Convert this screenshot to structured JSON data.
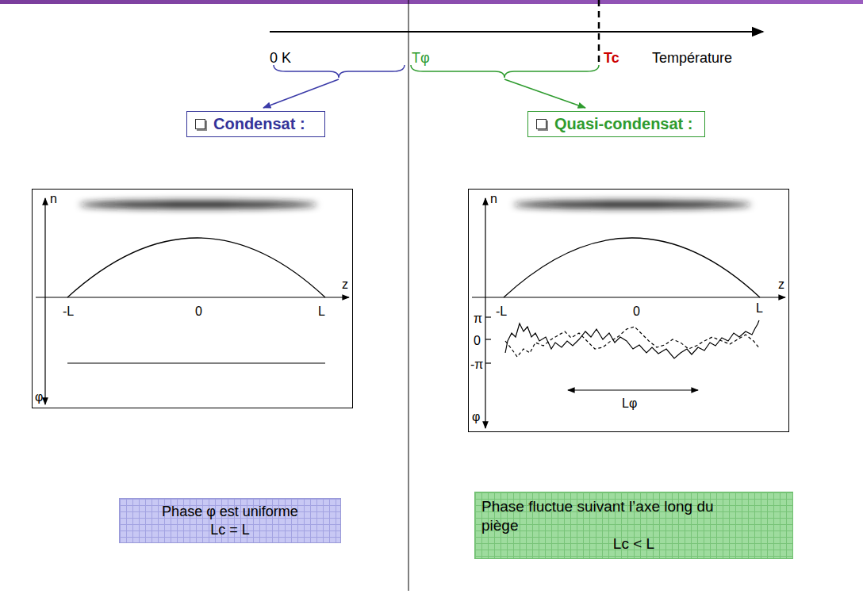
{
  "diagram": {
    "nodes": [
      {
        "text": [
          "Condensat :"
        ]
      },
      {
        "text": [
          "Quasi-condensat :"
        ]
      },
      {
        "text": [
          "n",
          "z",
          "-L",
          "0",
          "L",
          "φ"
        ]
      },
      {
        "text": [
          "n",
          "z",
          "-L",
          "0",
          "L",
          "π",
          "0",
          "-π",
          "Lφ",
          "φ"
        ]
      },
      {
        "text": [
          "Phase φ est uniforme",
          "Lc = L"
        ]
      },
      {
        "text": [
          "Phase fluctue suivant l’axe long du piège",
          "Lc < L"
        ]
      }
    ],
    "labels": [
      "0 K",
      "Tφ",
      "Tc",
      "Température"
    ]
  }
}
